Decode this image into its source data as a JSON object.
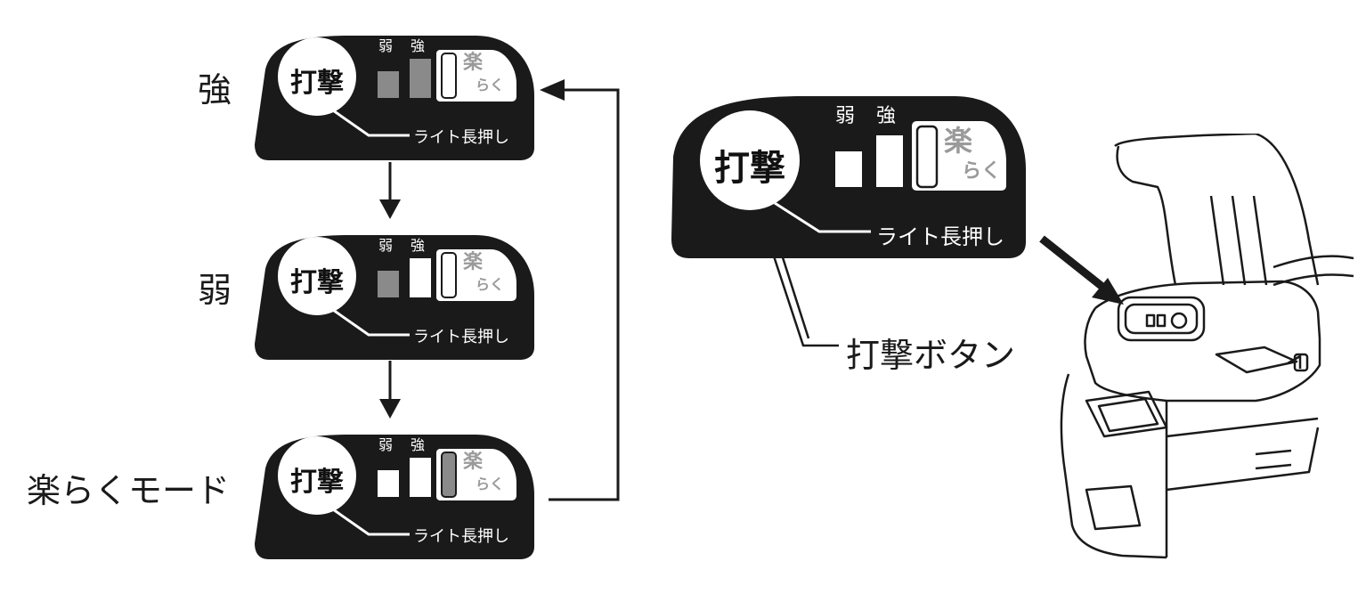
{
  "modes": [
    {
      "label": "強",
      "weak_on": true,
      "strong_on": true,
      "raku_on": false
    },
    {
      "label": "弱",
      "weak_on": true,
      "strong_on": false,
      "raku_on": false
    },
    {
      "label": "楽らくモード",
      "weak_on": false,
      "strong_on": false,
      "raku_on": true
    }
  ],
  "panel_text": {
    "impact": "打撃",
    "weak": "弱",
    "strong": "強",
    "raku_kanji": "楽",
    "raku_kana": "らく",
    "light_hold": "ライト長押し"
  },
  "callout": {
    "label": "打撃ボタン"
  },
  "colors": {
    "panel": "#1a1a1a",
    "lit": "#8a8a8a",
    "off": "#ffffff",
    "raku_text": "#9a9a9a"
  }
}
